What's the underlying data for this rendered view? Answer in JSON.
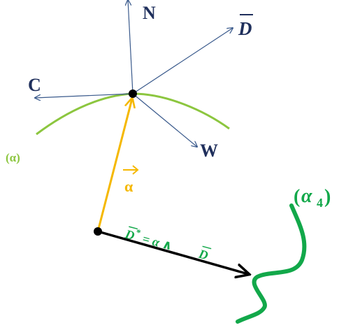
{
  "labels": {
    "n": "N",
    "c": "C",
    "w": "W",
    "d_bar": "D",
    "alpha_curve": "(α)",
    "alpha_vec": "α",
    "alpha4_open": "(",
    "alpha4_letter": "α",
    "alpha4_sub": "4",
    "alpha4_close": ")",
    "formula_d": "D",
    "formula_star": "*",
    "formula_rest": " = α ∧ ",
    "formula_d2": "D"
  },
  "colors": {
    "frame_blue": "#3a5a8c",
    "label_navy": "#1f2f5c",
    "curve_green": "#8cc63f",
    "alpha4_green": "#12a84a",
    "vector_yellow": "#f5b800",
    "point_black": "#000000"
  }
}
